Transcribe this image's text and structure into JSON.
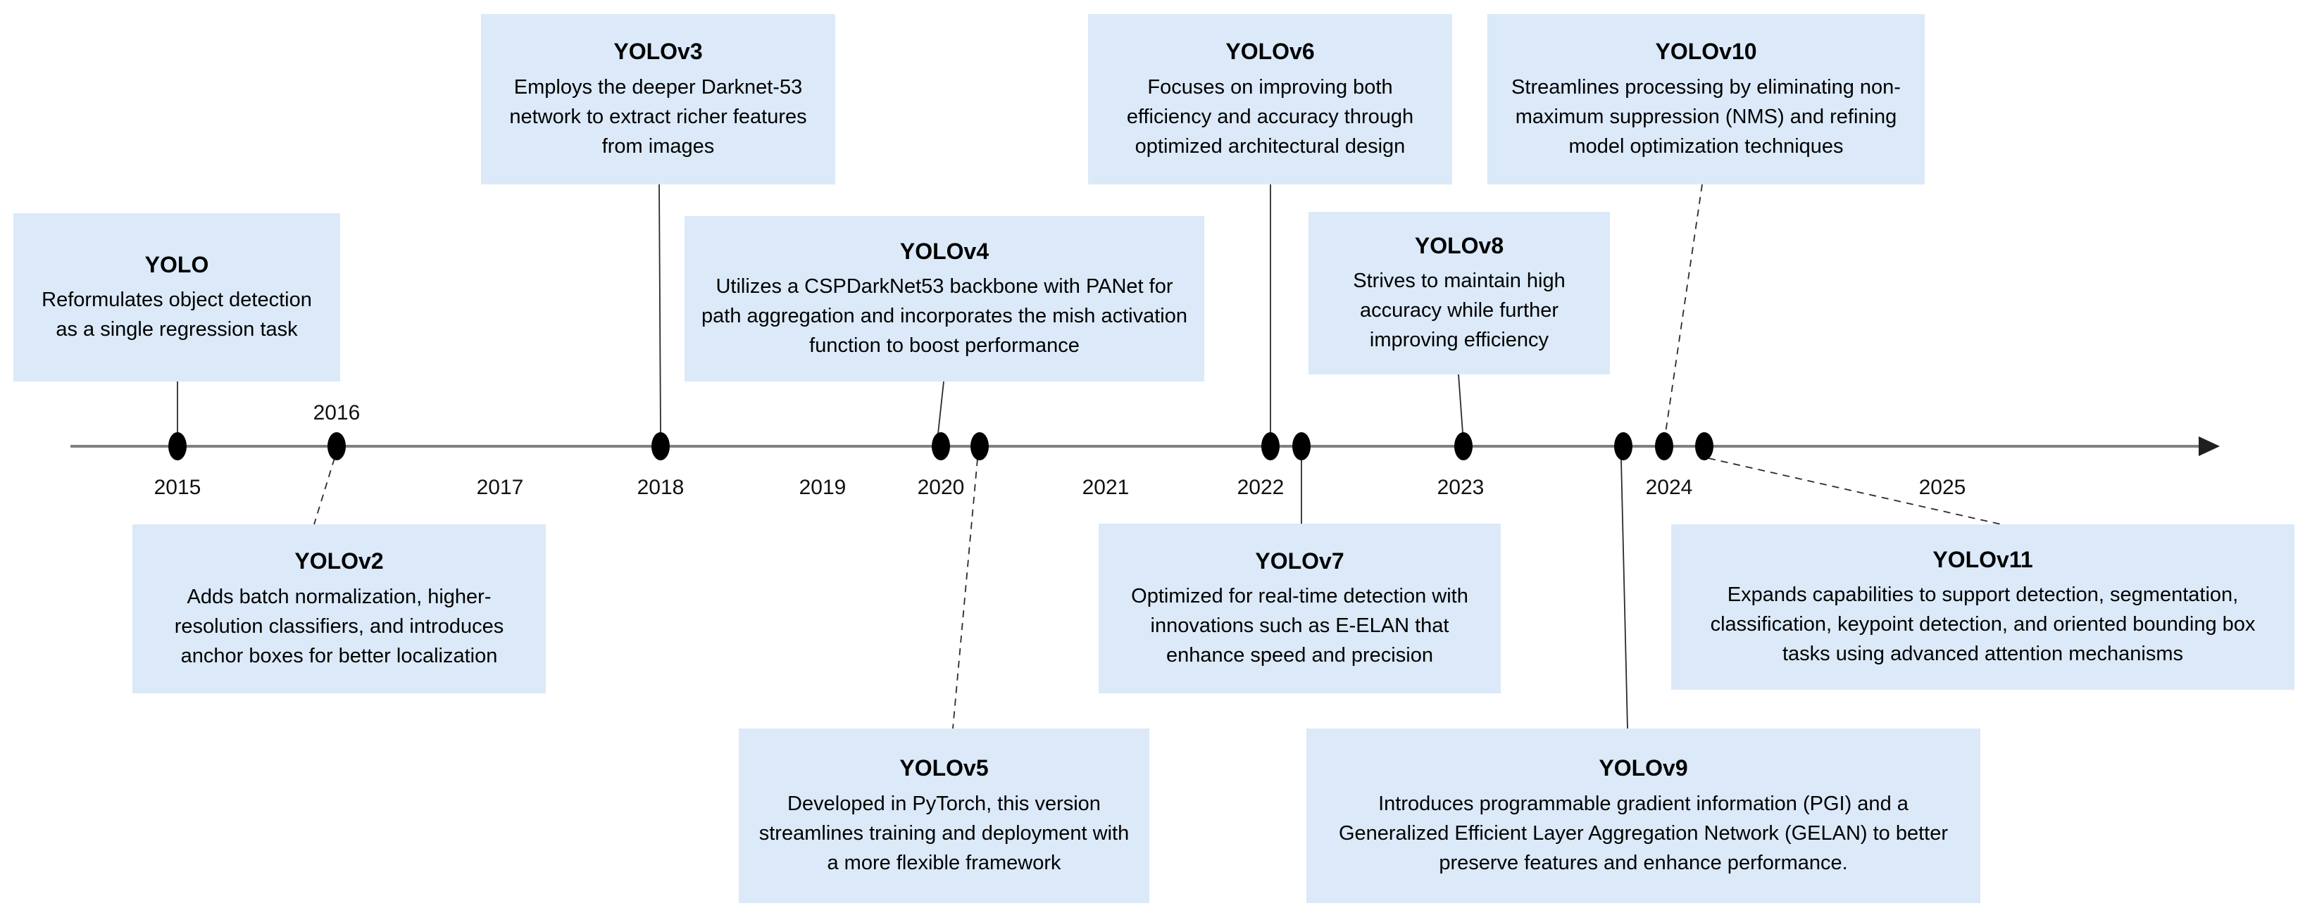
{
  "colors": {
    "box_fill": "#dbe9f8",
    "axis_line": "#808080",
    "dot": "#000000",
    "connector": "#2b2b2b",
    "text": "#000000"
  },
  "timeline": {
    "years": [
      {
        "label": "2015"
      },
      {
        "label": "2016"
      },
      {
        "label": "2017"
      },
      {
        "label": "2018"
      },
      {
        "label": "2019"
      },
      {
        "label": "2020"
      },
      {
        "label": "2021"
      },
      {
        "label": "2022"
      },
      {
        "label": "2023"
      },
      {
        "label": "2024"
      },
      {
        "label": "2025"
      }
    ]
  },
  "events": [
    {
      "title": "YOLO",
      "year": "2015",
      "description": "Reformulates object detection as a single regression task"
    },
    {
      "title": "YOLOv2",
      "year": "2016",
      "description": "Adds batch normalization, higher-resolution classifiers, and introduces anchor boxes for better localization"
    },
    {
      "title": "YOLOv3",
      "year": "2018",
      "description": "Employs the deeper Darknet-53 network to extract richer features from images"
    },
    {
      "title": "YOLOv4",
      "year": "2020",
      "description": "Utilizes a CSPDarkNet53 backbone with PANet for path aggregation and incorporates the mish activation function to boost performance"
    },
    {
      "title": "YOLOv5",
      "year": "2020",
      "description": "Developed in PyTorch, this version streamlines training and deployment with a more flexible framework"
    },
    {
      "title": "YOLOv6",
      "year": "2022",
      "description": "Focuses on improving both efficiency and accuracy through optimized architectural design"
    },
    {
      "title": "YOLOv7",
      "year": "2022",
      "description": "Optimized for real-time detection with innovations such as E-ELAN that enhance speed and precision"
    },
    {
      "title": "YOLOv8",
      "year": "2023",
      "description": "Strives to maintain high accuracy while further improving efficiency"
    },
    {
      "title": "YOLOv9",
      "year": "2024",
      "description": "Introduces programmable gradient information (PGI) and a Generalized Efficient Layer Aggregation Network (GELAN) to better preserve features and enhance performance."
    },
    {
      "title": "YOLOv10",
      "year": "2024",
      "description": "Streamlines processing by eliminating non-maximum suppression (NMS) and refining model optimization techniques"
    },
    {
      "title": "YOLOv11",
      "year": "2024",
      "description": "Expands capabilities to support detection, segmentation, classification, keypoint detection, and oriented bounding box tasks using advanced attention mechanisms"
    }
  ]
}
